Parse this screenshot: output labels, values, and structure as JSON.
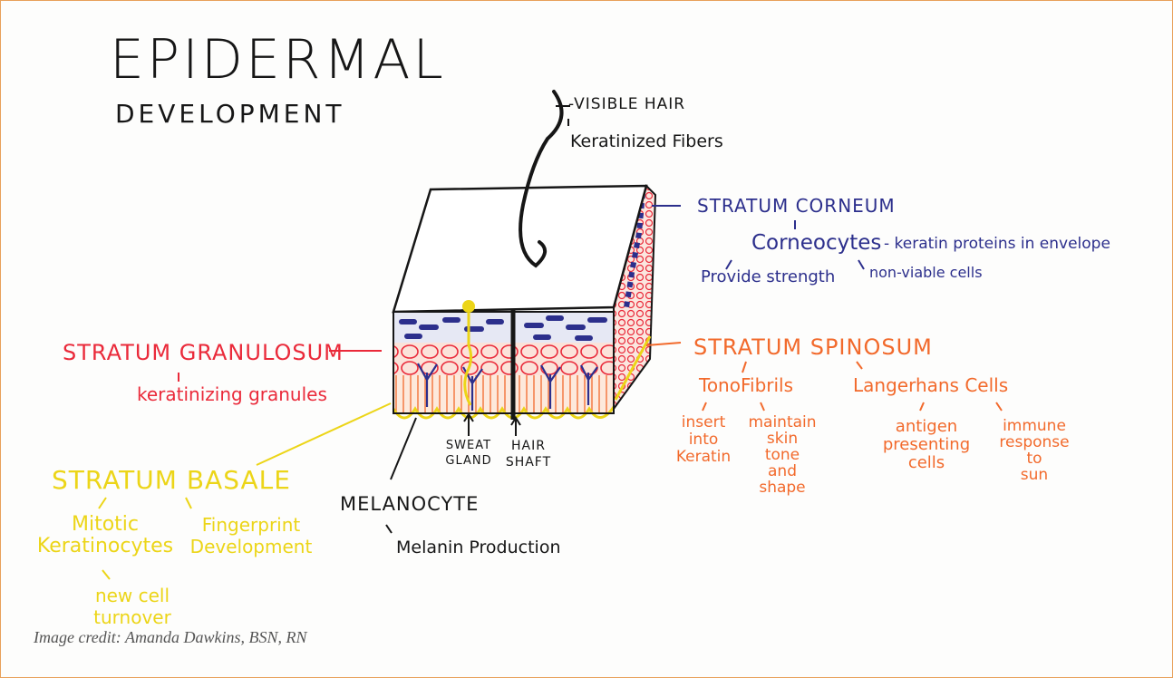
{
  "title": {
    "line1": "EPIDERMAL",
    "line2": "DEVELOPMENT"
  },
  "hair": {
    "label": "-VISIBLE HAIR",
    "sub": "Keratinized Fibers"
  },
  "corneum": {
    "name": "STRATUM CORNEUM",
    "cells": "Corneocytes",
    "cells_desc": "- keratin proteins in envelope",
    "strength": "Provide strength",
    "nonviable": "non-viable cells"
  },
  "granulosum": {
    "name": "STRATUM GRANULOSUM",
    "desc": "keratinizing granules"
  },
  "spinosum": {
    "name": "STRATUM SPINOSUM",
    "tonofibrils": "TonoFibrils",
    "langerhans": "Langerhans Cells",
    "insert": [
      "insert",
      "into",
      "Keratin"
    ],
    "maintain": [
      "maintain",
      "skin",
      "tone",
      "and",
      "shape"
    ],
    "antigen": [
      "antigen",
      "presenting",
      "cells"
    ],
    "immune": [
      "immune",
      "response",
      "to",
      "sun"
    ]
  },
  "basale": {
    "name": "STRATUM BASALE",
    "mitotic": [
      "Mitotic",
      "Keratinocytes"
    ],
    "fingerprint": [
      "Fingerprint",
      "Development"
    ],
    "newcell": [
      "new cell",
      "turnover"
    ]
  },
  "structures": {
    "sweat": [
      "SWEAT",
      "GLAND"
    ],
    "hairshaft": [
      "HAIR",
      "SHAFT"
    ],
    "melanocyte": "MELANOCYTE",
    "melanin": "Melanin Production"
  },
  "credit": "Image credit: Amanda Dawkins, BSN, RN",
  "colors": {
    "corneum": "#2c2f8c",
    "granulosum": "#ea2a3a",
    "spinosum": "#f26a2c",
    "basale": "#ecd518",
    "ink": "#161616"
  }
}
